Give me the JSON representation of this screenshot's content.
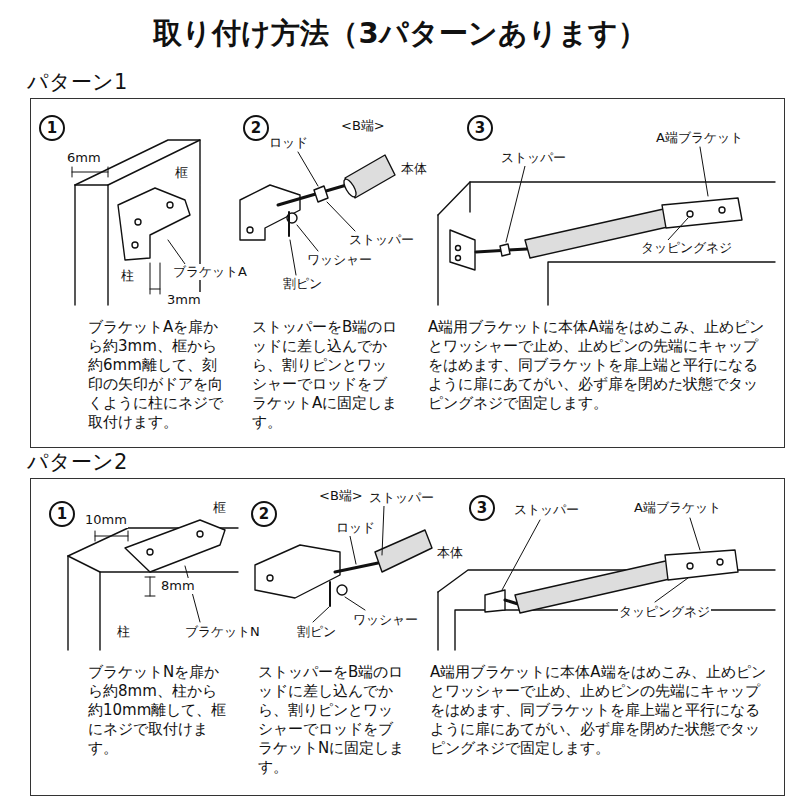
{
  "diagram": {
    "title": "取り付け方法（3パターンあります）",
    "nodes": [
      {
        "text": [
          "パターン1"
        ]
      },
      {
        "text": [
          "1"
        ],
        "in": 0
      },
      {
        "text": [
          "2"
        ],
        "in": 0
      },
      {
        "text": [
          "3"
        ],
        "in": 0
      },
      {
        "text": [
          "パターン2"
        ]
      },
      {
        "text": [
          "1"
        ],
        "in": 4
      },
      {
        "text": [
          "2"
        ],
        "in": 4
      },
      {
        "text": [
          "3"
        ],
        "in": 4
      }
    ],
    "labels": [
      "6mm",
      "框",
      "柱",
      "ブラケットA",
      "3mm",
      "<B端>",
      "ロッド",
      "本体",
      "ストッパー",
      "ワッシャー",
      "割ピン",
      "ストッパー",
      "A端ブラケット",
      "タッピングネジ",
      "ブラケットAを扉から約3mm、框から約6mm離して、刻印の矢印がドアを向くように柱にネジで取付けます。",
      "ストッパーをB端のロッドに差し込んでから、割りピンとワッシャーでロッドをブラケットAに固定します。",
      "A端用ブラケットに本体A端をはめこみ、止めピンとワッシャーで止め、止めピンの先端にキャップをはめます、同ブラケットを扉上端と平行になるように扉にあてがい、必ず扉を閉めた状態でタッピングネジで固定します。",
      "框",
      "10mm",
      "8mm",
      "柱",
      "ブラケットN",
      "<B端>",
      "ストッパー",
      "ロッド",
      "本体",
      "割ピン",
      "ワッシャー",
      "ストッパー",
      "A端ブラケット",
      "タッピングネジ",
      "ブラケットNを扉から約8mm、柱から約10mm離して、框にネジで取付けます。",
      "ストッパーをB端のロッドに差し込んでから、割りピンとワッシャーでロッドをブラケットNに固定します。",
      "A端用ブラケットに本体A端をはめこみ、止めピンとワッシャーで止め、止めピンの先端にキャップをはめます、同ブラケットを扉上端と平行になるように扉にあてがい、必ず扉を閉めた状態でタッピングネジで固定します。"
    ]
  }
}
